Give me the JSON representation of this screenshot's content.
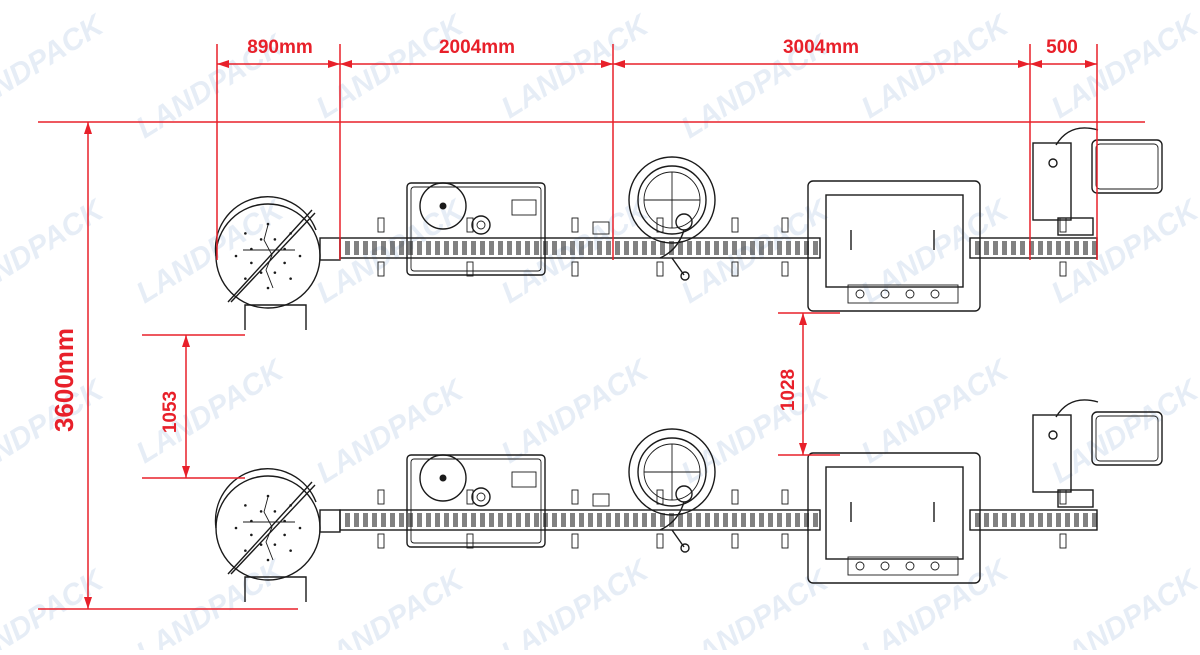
{
  "watermark": "LANDPACK",
  "colors": {
    "dimension": "#e8202a",
    "drawing": "#1a1a1a",
    "watermark": "#b9cde8"
  },
  "dimensions": {
    "top_890": "890mm",
    "top_2004": "2004mm",
    "top_3004": "3004mm",
    "top_500": "500",
    "overall_height": "3600mm",
    "left_gap": "1053",
    "right_gap": "1028"
  }
}
